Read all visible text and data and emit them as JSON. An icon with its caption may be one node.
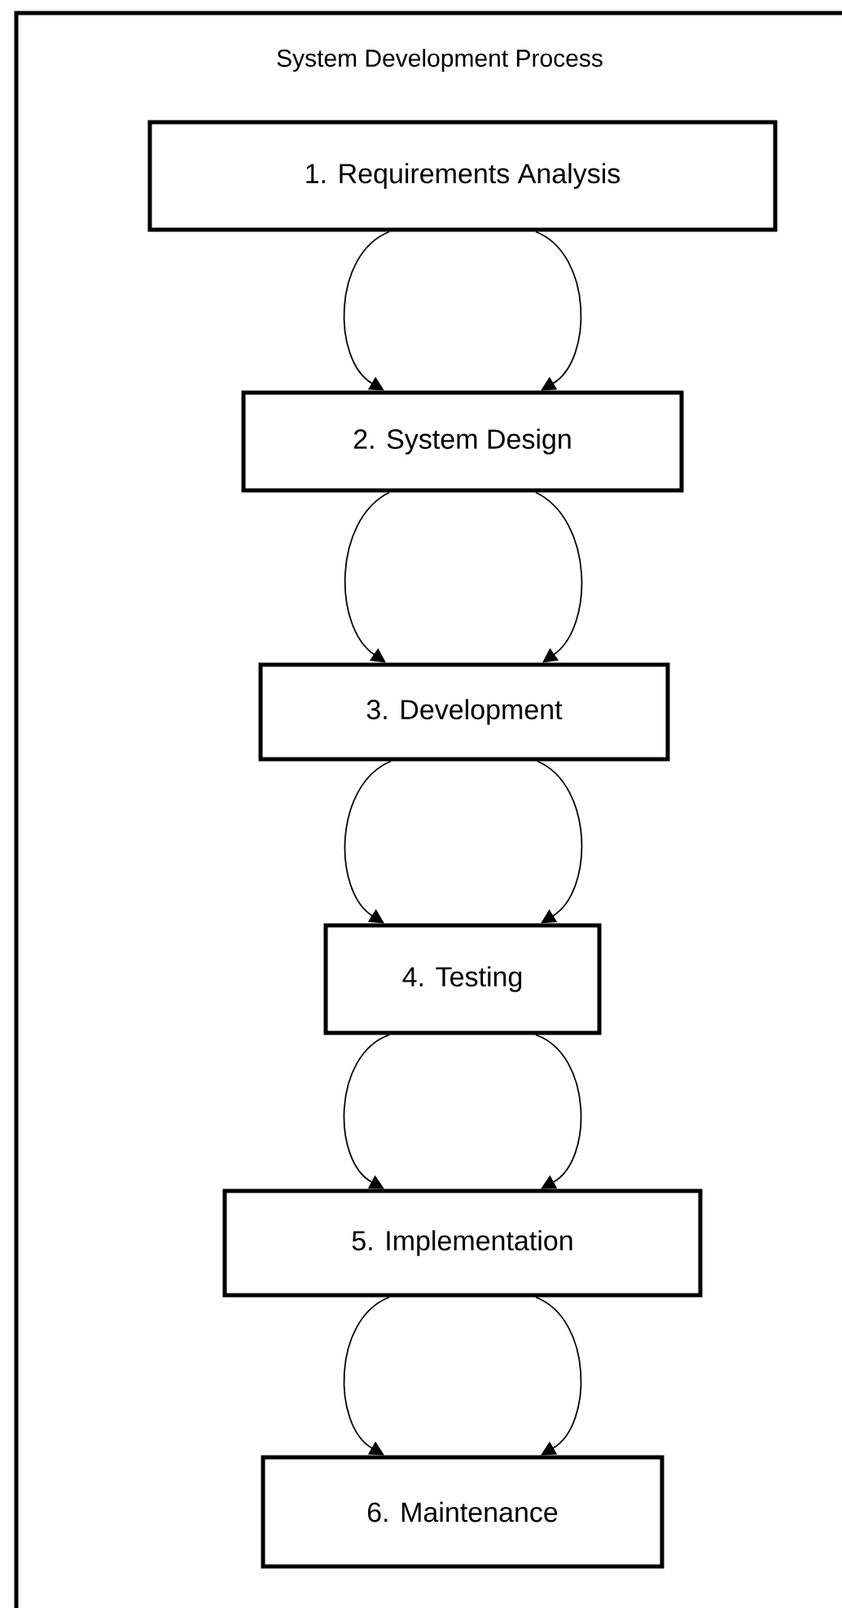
{
  "diagram": {
    "title": "System Development Process",
    "nodes": [
      {
        "text": [
          "1. Requirements Analysis"
        ]
      },
      {
        "text": [
          "2. System Design"
        ]
      },
      {
        "text": [
          "3. Development"
        ]
      },
      {
        "text": [
          "4. Testing"
        ]
      },
      {
        "text": [
          "5. Implementation"
        ]
      },
      {
        "text": [
          "6. Maintenance"
        ]
      }
    ],
    "edges": [
      {
        "from": 0,
        "to": 1,
        "arrow": "to"
      },
      {
        "from": 0,
        "to": 1,
        "arrow": "to"
      },
      {
        "from": 1,
        "to": 2,
        "arrow": "to"
      },
      {
        "from": 1,
        "to": 2,
        "arrow": "to"
      },
      {
        "from": 2,
        "to": 3,
        "arrow": "to"
      },
      {
        "from": 2,
        "to": 3,
        "arrow": "to"
      },
      {
        "from": 3,
        "to": 4,
        "arrow": "to"
      },
      {
        "from": 3,
        "to": 4,
        "arrow": "to"
      },
      {
        "from": 4,
        "to": 5,
        "arrow": "to"
      },
      {
        "from": 4,
        "to": 5,
        "arrow": "to"
      }
    ]
  }
}
